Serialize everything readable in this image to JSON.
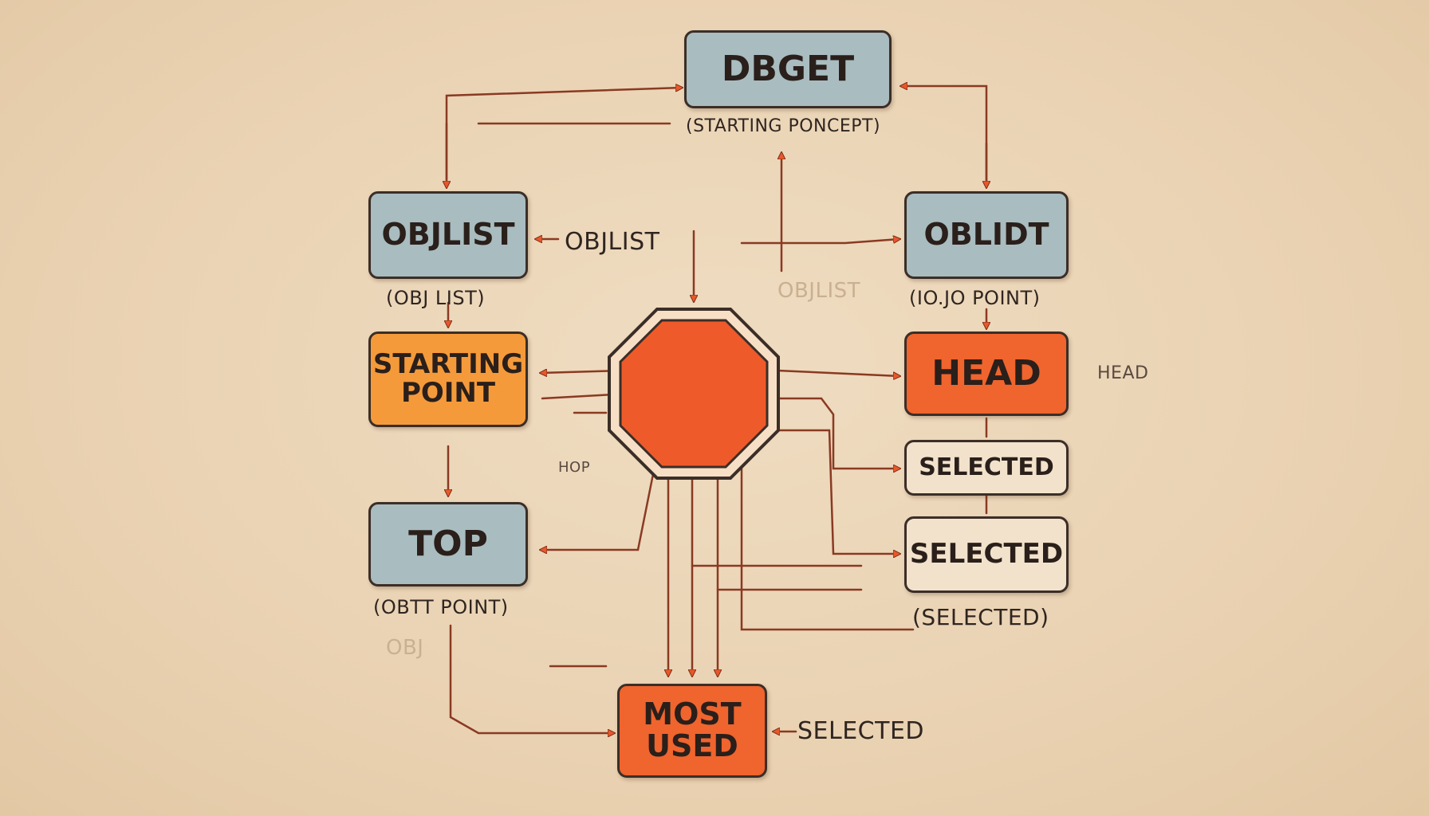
{
  "nodes": {
    "dbget": "DBGET",
    "objlist": "OBJLIST",
    "oblidt": "OBLIDT",
    "starting_point": "STARTING POINT",
    "head": "HEAD",
    "selected_1": "SELECTED",
    "selected_2": "SELECTED",
    "top": "TOP",
    "most_used": "MOST USED"
  },
  "labels": {
    "starting_poncept": "(STARTING PONCEPT)",
    "objlist_side": "OBJLIST",
    "obj_list_paren": "(OBJ LIST)",
    "objlist_faint": "OBJLIST",
    "io_jo_point": "(IO.JO POINT)",
    "head_side": "HEAD",
    "hop": "HOP",
    "obtt_point": "(OBTT POINT)",
    "obj_faint": "OBJ",
    "selected_paren": "(SELECTED)",
    "selected_side": "SELECTED"
  },
  "colors": {
    "background": "#ead3b4",
    "blue_box": "#a9bcc0",
    "orange_box": "#f0642e",
    "amber_box": "#f59a3a",
    "light_box": "#f2e2cc",
    "connector": "#8a3a22",
    "arrowhead": "#e8582a"
  }
}
